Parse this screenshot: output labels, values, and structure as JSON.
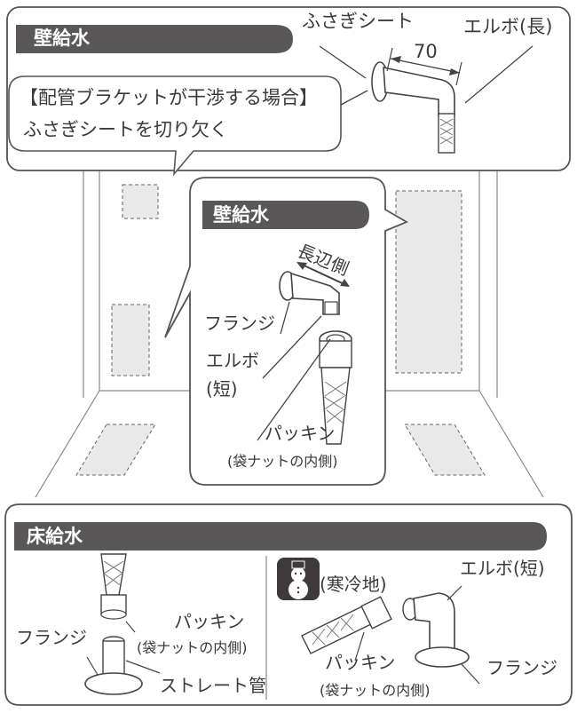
{
  "top_panel": {
    "header": "壁給水",
    "label_seat": "ふさぎシート",
    "label_elbow_long": "エルボ(長)",
    "dimension": "70",
    "note_line1": "【配管ブラケットが干渉する場合】",
    "note_line2": "ふさぎシートを切り欠く"
  },
  "center_panel": {
    "header": "壁給水",
    "label_long_side": "長辺側",
    "label_flange": "フランジ",
    "label_elbow_short_1": "エルボ",
    "label_elbow_short_2": "(短)",
    "label_packing": "パッキン",
    "label_packing_note": "(袋ナットの内側)"
  },
  "bottom_panel": {
    "header": "床給水",
    "left": {
      "label_packing": "パッキン",
      "label_packing_note": "(袋ナットの内側)",
      "label_flange": "フランジ",
      "label_straight": "ストレート管"
    },
    "right": {
      "label_cold": "(寒冷地)",
      "label_elbow_short": "エルボ(短)",
      "label_packing": "パッキン",
      "label_packing_note": "(袋ナットの内側)",
      "label_flange": "フランジ"
    }
  },
  "colors": {
    "header_bg": "#595757",
    "line": "#3e3a39",
    "room_fill": "#f0f0f0",
    "dashed_fill": "#e8e8e8"
  }
}
